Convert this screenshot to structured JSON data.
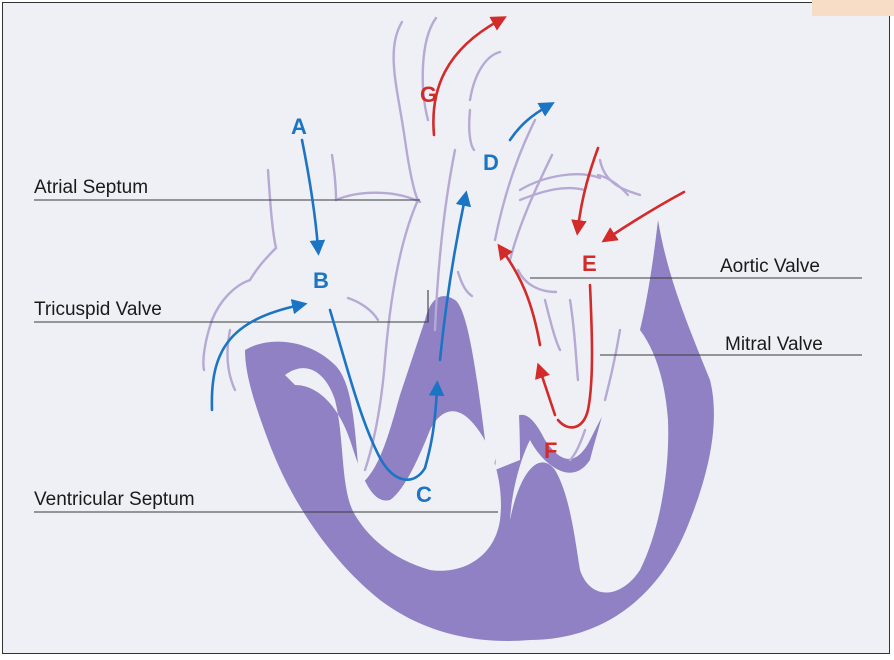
{
  "labels": {
    "atrial_septum": "Atrial Septum",
    "tricuspid_valve": "Tricuspid Valve",
    "ventricular_septum": "Ventricular Septum",
    "aortic_valve": "Aortic Valve",
    "mitral_valve": "Mitral Valve"
  },
  "flow_points": {
    "a": "A",
    "b": "B",
    "c": "C",
    "d": "D",
    "e": "E",
    "f": "F",
    "g": "G"
  },
  "colors": {
    "deoxygenated_flow": "#1c74c4",
    "oxygenated_flow": "#d32a2a",
    "heart_muscle": "#8f81c4",
    "vessel_outline": "#b6a9d4"
  }
}
